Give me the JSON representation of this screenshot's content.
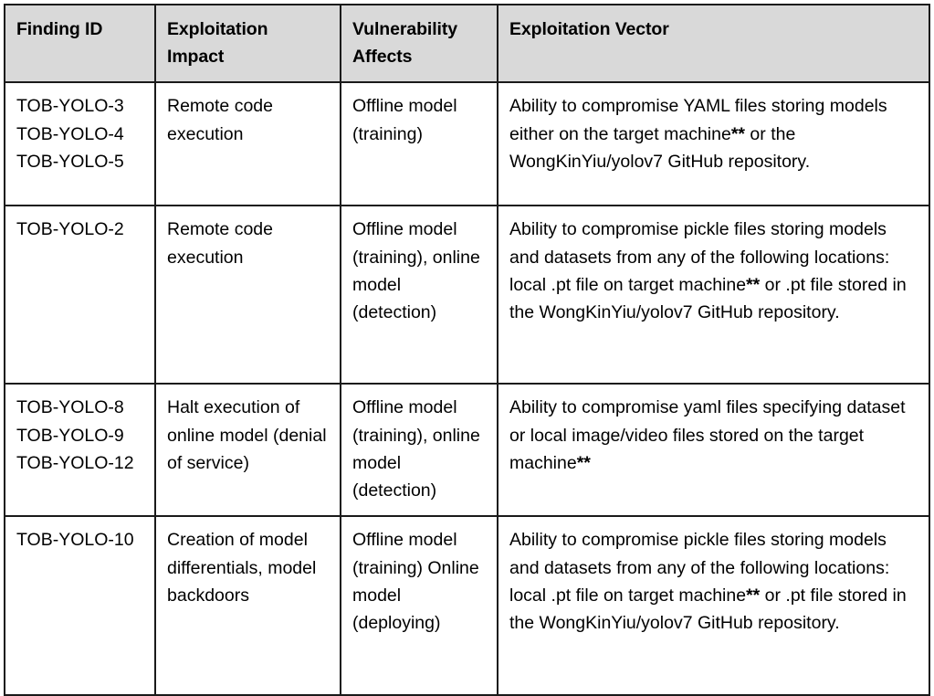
{
  "table": {
    "name": "yolov7-exploitation-findings",
    "style": {
      "header_background": "#d9d9d9",
      "border_color": "#1a1a1a",
      "text_color": "#000000",
      "body_background": "#ffffff"
    },
    "columns": [
      {
        "key": "finding_id",
        "label": "Finding ID"
      },
      {
        "key": "exploitation_impact",
        "label": "Exploitation Impact"
      },
      {
        "key": "vulnerability_affects",
        "label": "Vulnerability Affects"
      },
      {
        "key": "exploitation_vector",
        "label": "Exploitation Vector"
      }
    ],
    "rows": [
      {
        "finding_ids": [
          "TOB-YOLO-3",
          "TOB-YOLO-4",
          "TOB-YOLO-5"
        ],
        "exploitation_impact": "Remote code execution",
        "vulnerability_affects": "Offline model (training)",
        "exploitation_vector_parts": [
          {
            "text": "Ability to compromise YAML files storing models either on the target machine",
            "bold": false
          },
          {
            "text": "**",
            "bold": true
          },
          {
            "text": " or the WongKinYiu/yolov7 GitHub repository.",
            "bold": false
          }
        ],
        "exploitation_vector_plain": "Ability to compromise YAML files storing models either on the target machine** or the WongKinYiu/yolov7 GitHub repository."
      },
      {
        "finding_ids": [
          "TOB-YOLO-2"
        ],
        "exploitation_impact": "Remote code execution",
        "vulnerability_affects": "Offline model (training), online model (detection)",
        "exploitation_vector_parts": [
          {
            "text": "Ability to compromise pickle files storing models and datasets from any of the following locations: local .pt file on target machine",
            "bold": false
          },
          {
            "text": "**",
            "bold": true
          },
          {
            "text": " or .pt file stored in the WongKinYiu/yolov7 GitHub repository.",
            "bold": false
          }
        ],
        "exploitation_vector_plain": "Ability to compromise pickle files storing models and datasets from any of the following locations: local .pt file on target machine** or .pt file stored in the WongKinYiu/yolov7 GitHub repository."
      },
      {
        "finding_ids": [
          "TOB-YOLO-8",
          "TOB-YOLO-9",
          "TOB-YOLO-12"
        ],
        "exploitation_impact": "Halt execution of online model (denial of service)",
        "vulnerability_affects": "Offline model (training), online model (detection)",
        "exploitation_vector_parts": [
          {
            "text": "Ability to compromise yaml files specifying dataset or local image/video files stored on the target machine",
            "bold": false
          },
          {
            "text": "**",
            "bold": true
          }
        ],
        "exploitation_vector_plain": "Ability to compromise yaml files specifying dataset or local image/video files stored on the target machine**"
      },
      {
        "finding_ids": [
          "TOB-YOLO-10"
        ],
        "exploitation_impact": "Creation of model differentials, model backdoors",
        "vulnerability_affects": "Offline model (training) Online model (deploying)",
        "exploitation_vector_parts": [
          {
            "text": "Ability to compromise pickle files storing models and datasets from any of the following locations: local .pt file on target machine",
            "bold": false
          },
          {
            "text": "**",
            "bold": true
          },
          {
            "text": " or .pt file stored in the WongKinYiu/yolov7 GitHub repository.",
            "bold": false
          }
        ],
        "exploitation_vector_plain": "Ability to compromise pickle files storing models and datasets from any of the following locations: local .pt file on target machine** or .pt file stored in the WongKinYiu/yolov7 GitHub repository."
      }
    ]
  }
}
